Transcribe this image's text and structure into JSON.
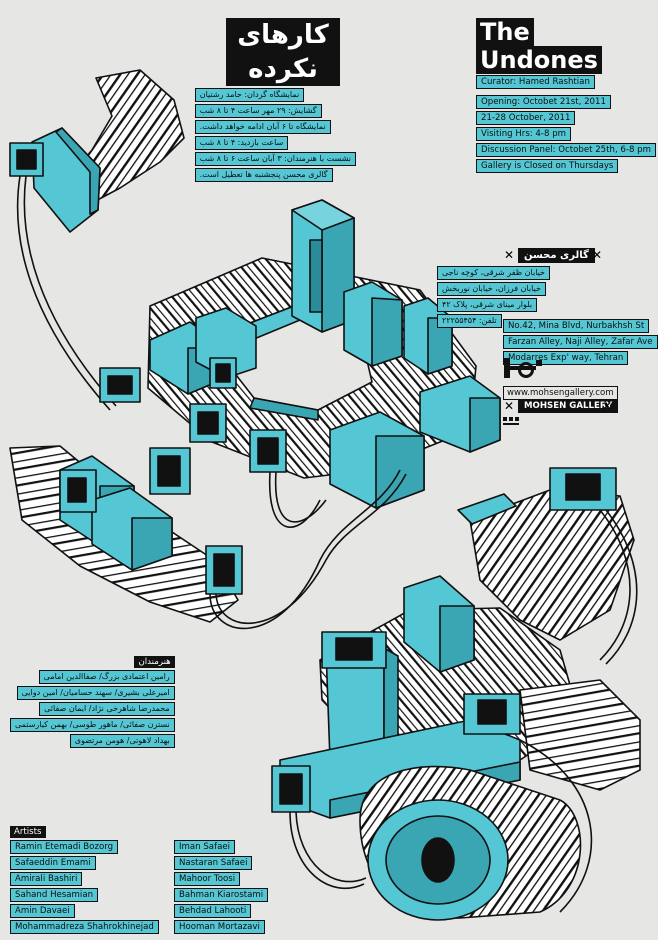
{
  "fa_title": {
    "line1": "کارهای",
    "line2": "نکرده"
  },
  "en_title": {
    "line1": "The",
    "line2": "Undones"
  },
  "fa_info": [
    "نمایشگاه گردان: حامد رشتیان",
    "گشایش: ۲۹ مهر ساعت ۴ تا ۸ شب",
    "نمایشگاه تا ۶ آبان ادامه خواهد داشت.",
    "ساعت بازدید: ۴ تا ۸ شب",
    "نشست با هنرمندان: ۳ آبان ساعت ۶ تا ۸ شب",
    "گالری محسن پنجشنبه ها تعطیل است."
  ],
  "en_info": [
    "Curator: Hamed Rashtian",
    "Opening: Octobet 21st, 2011",
    "21-28 October, 2011",
    "Visiting Hrs: 4-8 pm",
    "Discussion Panel: Octobet 25th, 6-8 pm",
    "Gallery is Closed on Thursdays"
  ],
  "gallery": {
    "fa_name": "گالری محسن",
    "fa_address": [
      "خیابان ظفر شرقی، کوچه ناجی",
      "خیابان فرزان، خیابان نوربخش",
      "بلوار مینای شرقی، پلاک ۴۲",
      "تلفن: ۲۲۲۵۵۴۵۴"
    ],
    "en_address": [
      "No.42, Mina Blvd, Nurbakhsh St",
      "Farzan Alley, Naji Alley, Zafar Ave",
      "Modarres Exp' way, Tehran"
    ],
    "website": "www.mohsengallery.com",
    "en_name": "MOHSEN GALLERY"
  },
  "fa_artists": {
    "heading": "هنرمندان",
    "names": [
      "رامین اعتمادی بزرگ/ صفاالدین امامی",
      "امیرعلی بشیری/ سهند حسامیان/ امین دوایی",
      "محمدرضا شاهرخی نژاد/ ایمان صفائی",
      "نسترن صفائی/ ماهور طوسی/ بهمن کیارستمی",
      "بهداد لاهوتی/ هومن مرتضوی"
    ]
  },
  "en_artists": {
    "heading": "Artists",
    "col1": [
      "Ramin Etemadi Bozorg",
      "Safaeddin Emami",
      "Amirali Bashiri",
      "Sahand Hesamian",
      "Amin Davaei",
      "Mohammadreza Shahrokhinejad"
    ],
    "col2": [
      "Iman Safaei",
      "Nastaran Safaei",
      "Mahoor Toosi",
      "Bahman Kiarostami",
      "Behdad Lahooti",
      "Hooman Mortazavi"
    ]
  },
  "colors": {
    "background": "#e6e6e4",
    "cyan": "#55c6d3",
    "cyan_side": "#3aa6b4",
    "cyan_dark": "#2b8b98",
    "ink": "#111111",
    "white": "#ffffff"
  }
}
